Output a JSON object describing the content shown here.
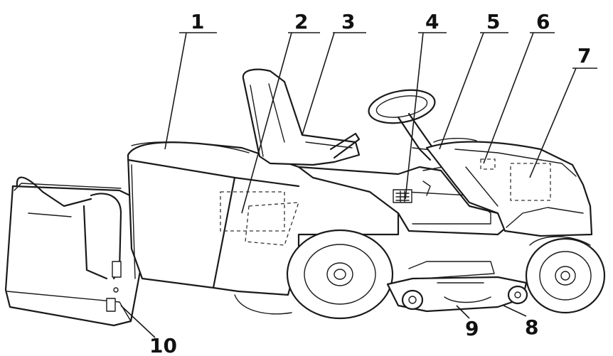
{
  "callouts": [
    {
      "number": "1"
    },
    {
      "number": "2"
    },
    {
      "number": "3"
    },
    {
      "number": "4"
    },
    {
      "number": "5"
    },
    {
      "number": "6"
    },
    {
      "number": "7"
    },
    {
      "number": "8"
    },
    {
      "number": "9"
    },
    {
      "number": "10"
    }
  ],
  "colors": {
    "line": "#1a1a1a",
    "background": "#ffffff"
  }
}
